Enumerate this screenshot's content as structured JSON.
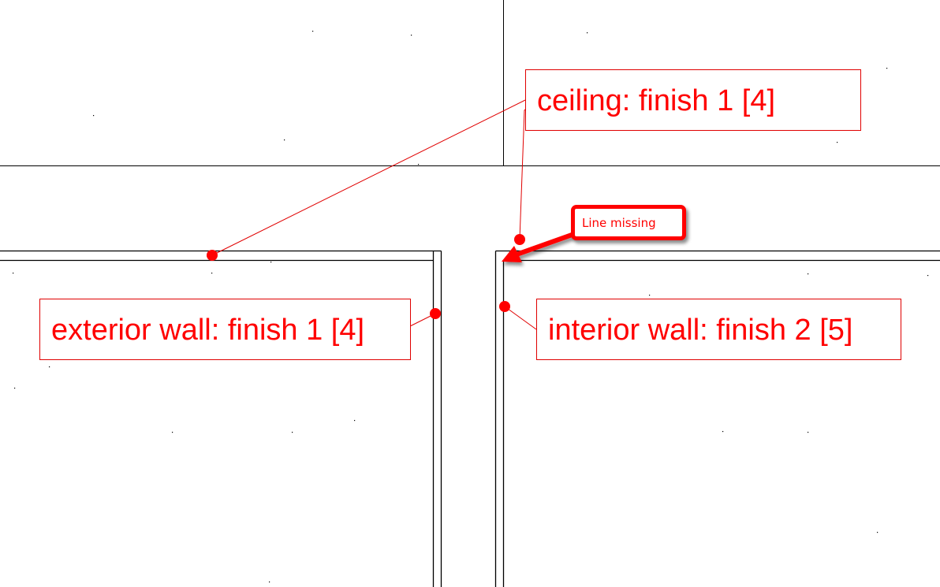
{
  "labels": {
    "ceiling": "ceiling: finish 1 [4]",
    "exterior_wall": "exterior wall: finish 1 [4]",
    "interior_wall": "interior wall: finish 2 [5]"
  },
  "callout": {
    "text": "Line missing"
  },
  "colors": {
    "annotation": "#ff0000",
    "linework": "#000000",
    "background": "#ffffff"
  }
}
